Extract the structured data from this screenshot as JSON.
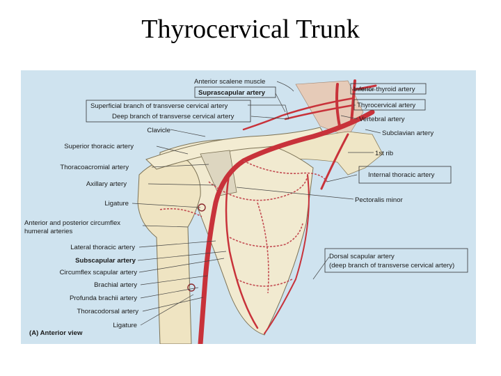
{
  "title": "Thyrocervical Trunk",
  "caption": "(A) Anterior view",
  "colors": {
    "background": "#cfe3ef",
    "bone": "#f1ead0",
    "artery": "#c8323a"
  },
  "labels": {
    "anterior_scalene": "Anterior scalene muscle",
    "suprascapular": "Suprascapular artery",
    "superficial_branch": "Superficial branch of transverse cervical artery",
    "deep_branch": "Deep branch of transverse cervical artery",
    "clavicle": "Clavicle",
    "superior_thoracic": "Superior thoracic artery",
    "thoracoacromial": "Thoracoacromial artery",
    "axillary": "Axillary artery",
    "ligature_1": "Ligature",
    "circumflex_humeral_1": "Anterior and posterior circumflex",
    "circumflex_humeral_2": "humeral arteries",
    "lateral_thoracic": "Lateral thoracic artery",
    "subscapular": "Subscapular artery",
    "circumflex_scapular": "Circumflex scapular artery",
    "brachial": "Brachial artery",
    "profunda_brachii": "Profunda brachii artery",
    "thoracodorsal": "Thoracodorsal artery",
    "ligature_2": "Ligature",
    "inferior_thyroid": "Inferior thyroid artery",
    "thyrocervical": "Thyrocervical artery",
    "vertebral": "Vertebral artery",
    "subclavian": "Subclavian artery",
    "first_rib": "1st rib",
    "internal_thoracic": "Internal thoracic artery",
    "pectoralis_minor": "Pectoralis minor",
    "dorsal_scapular_1": "Dorsal scapular artery",
    "dorsal_scapular_2": "(deep branch of transverse cervical artery)"
  }
}
